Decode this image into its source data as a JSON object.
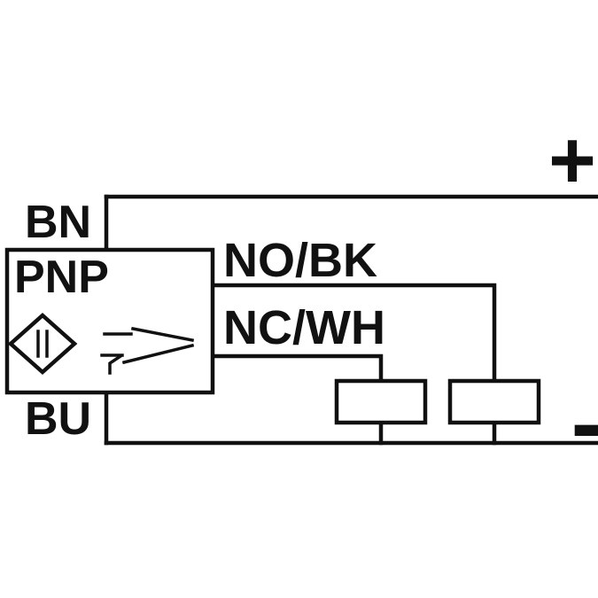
{
  "diagram": {
    "labels": {
      "supply_positive": "+",
      "supply_negative": "-",
      "wire_brown": "BN",
      "wire_blue": "BU",
      "sensor_type": "PNP",
      "output_no": "NO/BK",
      "output_nc": "NC/WH"
    },
    "colors": {
      "line": "#111111",
      "background": "#ffffff"
    }
  }
}
